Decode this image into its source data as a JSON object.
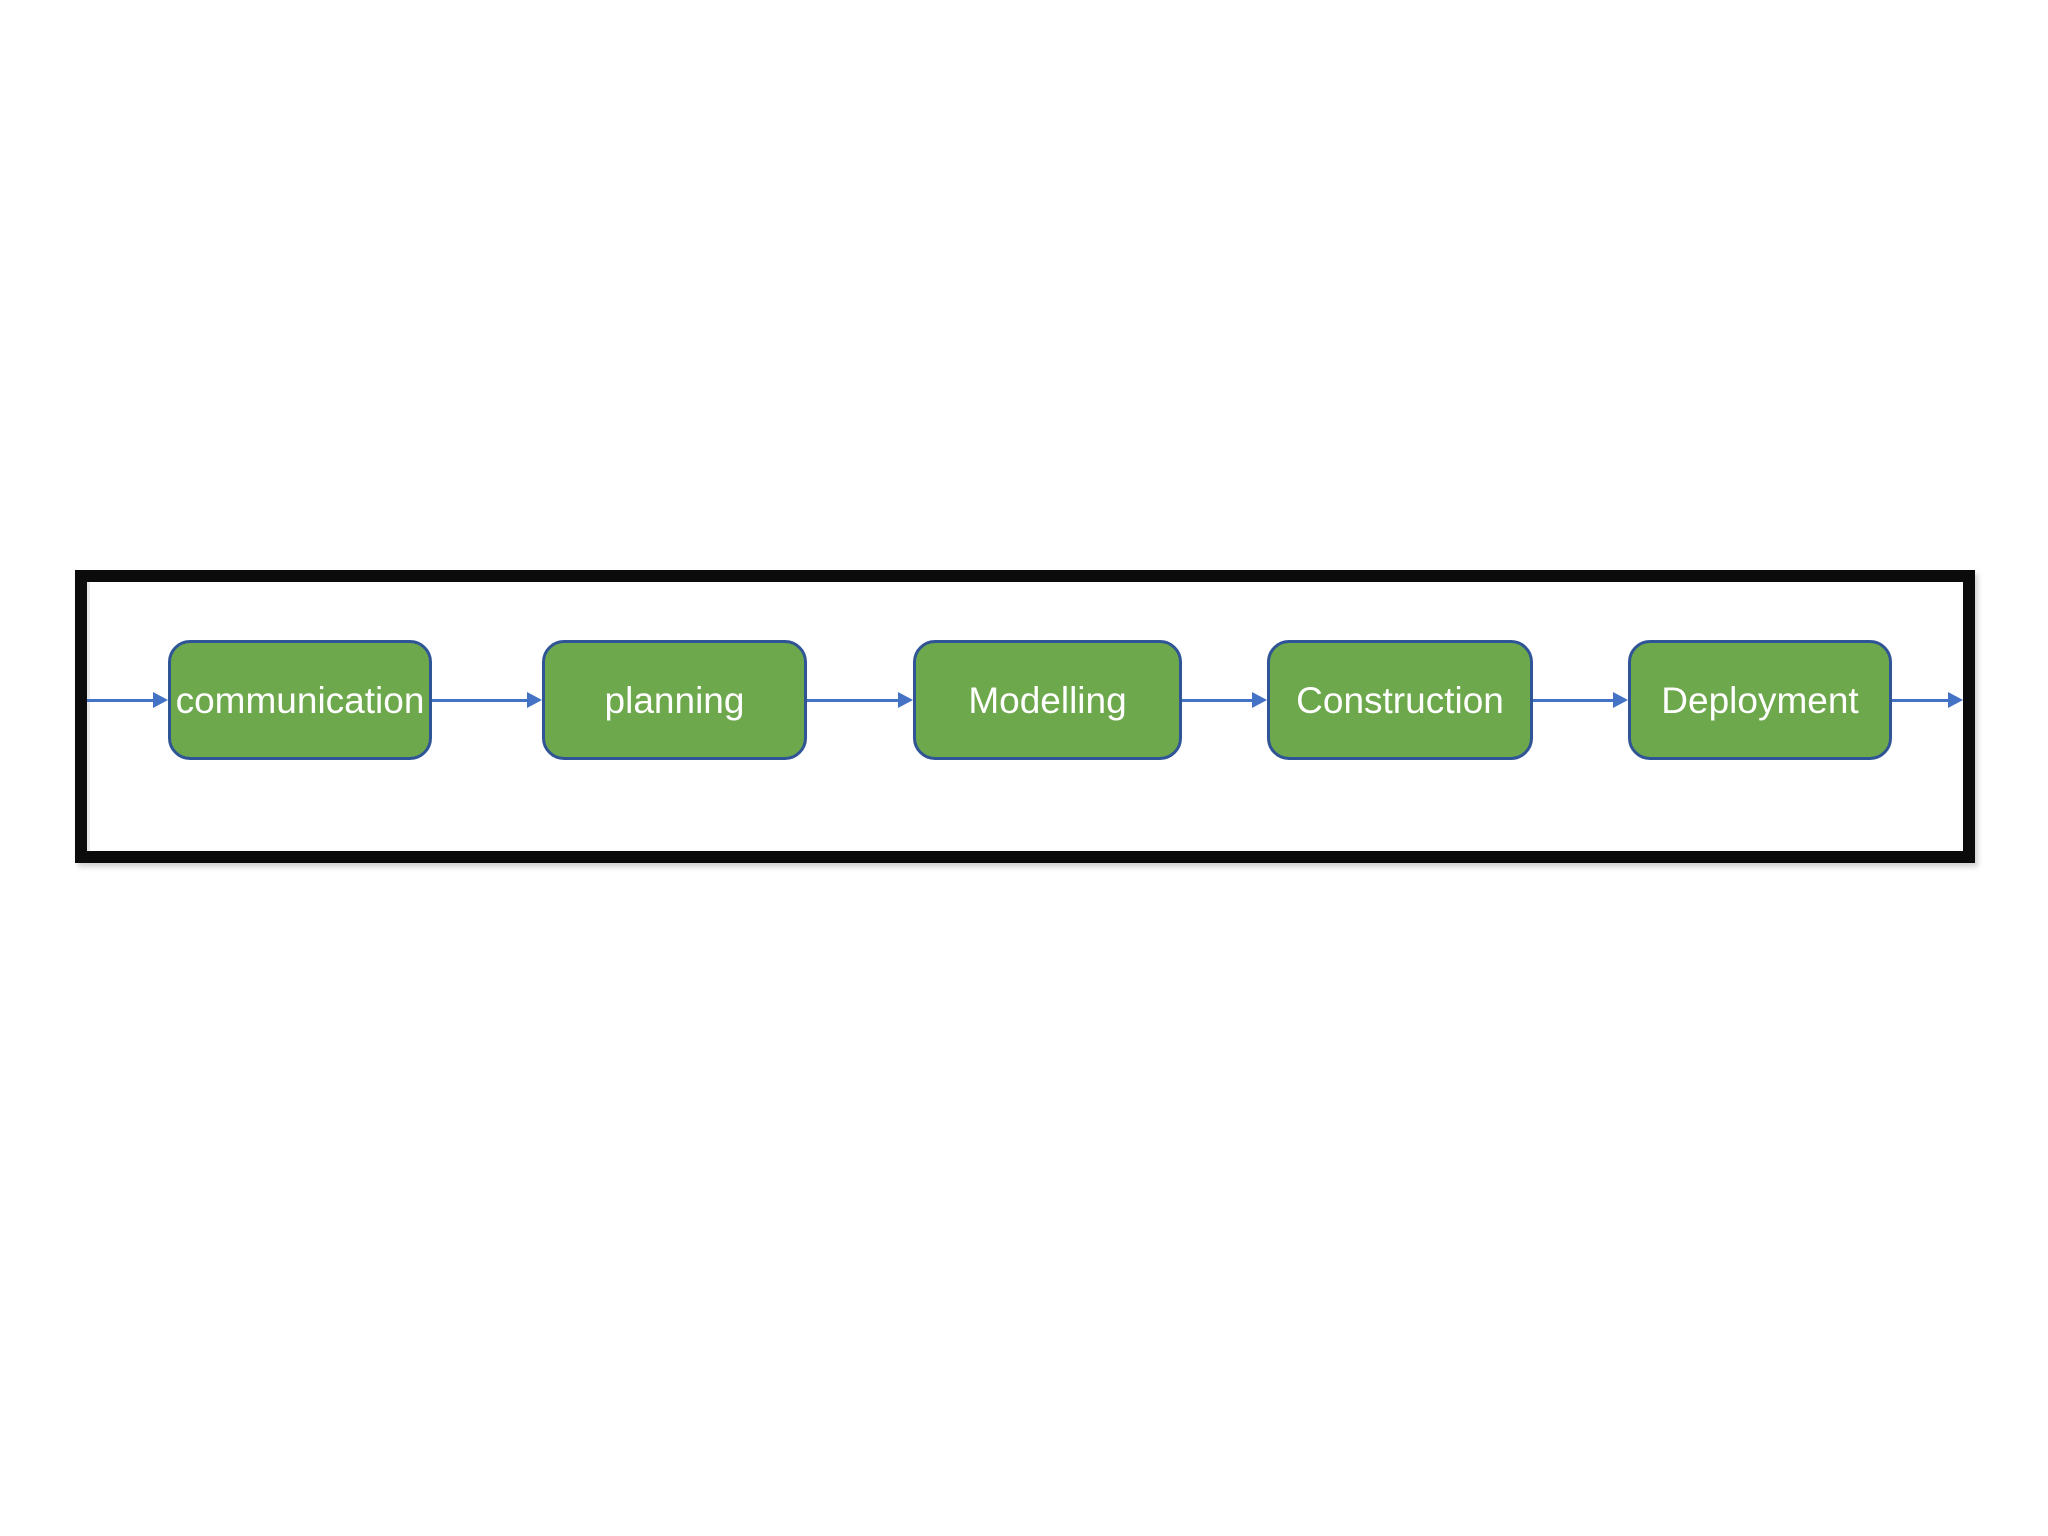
{
  "diagram": {
    "type": "process-flow",
    "flow_direction": "left-to-right",
    "stages": [
      {
        "label": "communication"
      },
      {
        "label": "planning"
      },
      {
        "label": "Modelling"
      },
      {
        "label": "Construction"
      },
      {
        "label": "Deployment"
      }
    ],
    "connectors": [
      {
        "from": "frame-left",
        "to": "communication"
      },
      {
        "from": "communication",
        "to": "planning"
      },
      {
        "from": "planning",
        "to": "Modelling"
      },
      {
        "from": "Modelling",
        "to": "Construction"
      },
      {
        "from": "Construction",
        "to": "Deployment"
      },
      {
        "from": "Deployment",
        "to": "frame-right"
      }
    ],
    "colors": {
      "stage_fill": "#6DA84C",
      "stage_border": "#2F5597",
      "stage_text": "#FFFFFF",
      "arrow": "#4472C4",
      "frame_border": "#0B0B0B",
      "background": "#FFFFFF"
    }
  }
}
